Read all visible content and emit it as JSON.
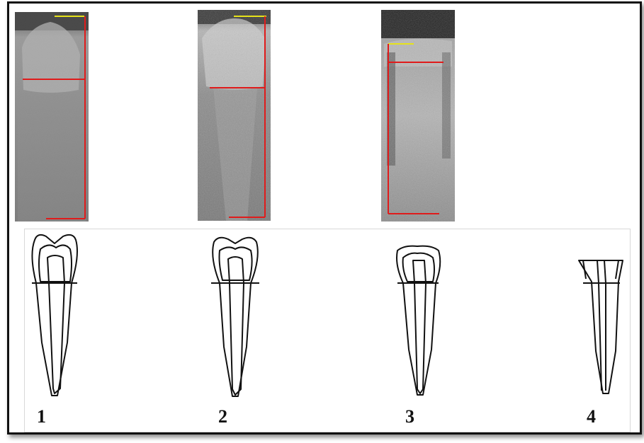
{
  "figure": {
    "labels": [
      "1",
      "2",
      "3",
      "4"
    ],
    "colors": {
      "measurement_red": "#e01b1b",
      "measurement_yellow": "#e6e21a",
      "outline": "#111111"
    },
    "icons": [
      "radiograph-image",
      "tooth-outline-drawing"
    ]
  }
}
